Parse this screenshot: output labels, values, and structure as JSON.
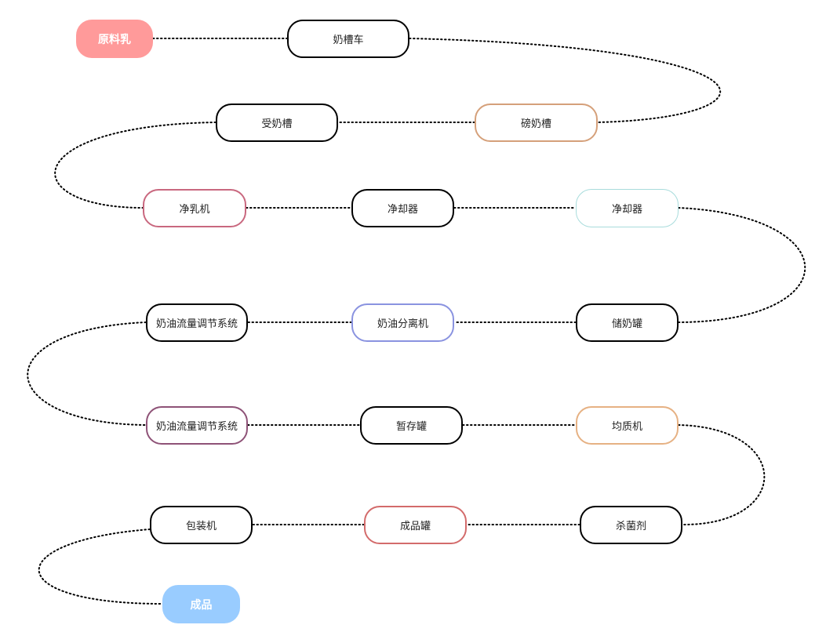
{
  "diagram": {
    "nodes": [
      {
        "label": "原料乳",
        "fill": "#ff9a9a"
      },
      {
        "label": "奶槽车"
      },
      {
        "label": "磅奶槽",
        "border": "#d5a07a"
      },
      {
        "label": "受奶槽"
      },
      {
        "label": "净乳机",
        "border": "#c9687f"
      },
      {
        "label": "净却器"
      },
      {
        "label": "净却器",
        "border": "#a8dcdc"
      },
      {
        "label": "储奶罐"
      },
      {
        "label": "奶油分离机",
        "border": "#8a93e0"
      },
      {
        "label": "奶油流量调节系统"
      },
      {
        "label": "均质机",
        "border": "#e6b183"
      },
      {
        "label": "暂存罐"
      },
      {
        "label": "奶油流量调节系统",
        "border": "#8e5277"
      },
      {
        "label": "杀菌剂"
      },
      {
        "label": "成品罐",
        "border": "#d36b6b"
      },
      {
        "label": "包装机"
      },
      {
        "label": "成品",
        "fill": "#99ccff"
      }
    ],
    "connector_style": "dotted"
  }
}
